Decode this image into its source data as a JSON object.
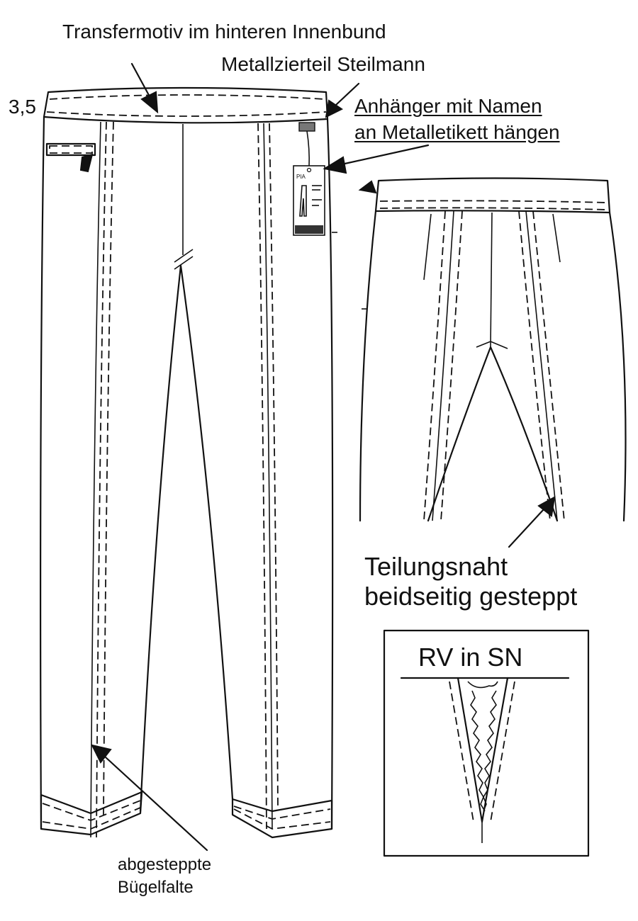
{
  "labels": {
    "transfer_motif": "Transfermotiv im hinteren Innenbund",
    "metal_part": "Metallzierteil Steilmann",
    "hangtag_line1": "Anhänger mit Namen",
    "hangtag_line2": "an  Metalletikett hängen",
    "waistband_width": "3,5",
    "seam_line1": "Teilungsnaht",
    "seam_line2": "beidseitig gesteppt",
    "zipper": "RV in SN",
    "crease_line1": "abgesteppte",
    "crease_line2": "Bügelfalte"
  },
  "hangtag": {
    "brand": "PIA"
  },
  "colors": {
    "ink": "#111111",
    "background": "#ffffff"
  }
}
